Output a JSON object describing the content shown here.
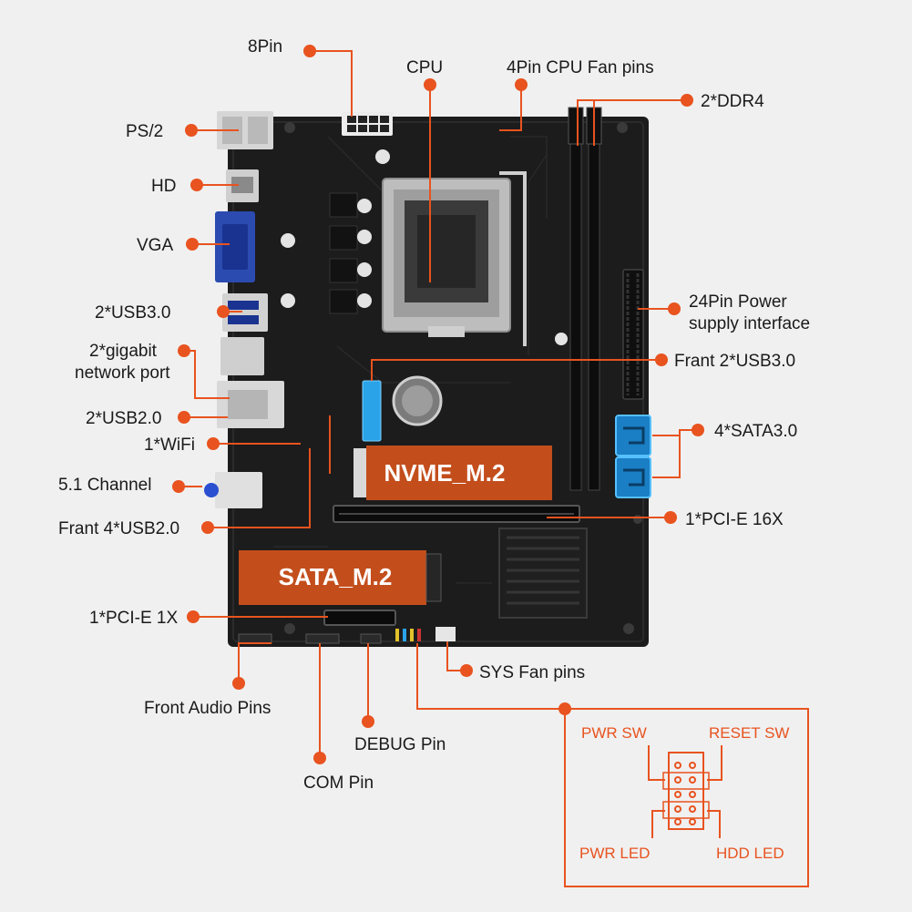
{
  "colors": {
    "accent": "#e8531f",
    "board": "#1c1c1c",
    "background": "#f0f0f0",
    "slot_blue": "#2aa3e8"
  },
  "labels": {
    "pin8": "8Pin",
    "cpu": "CPU",
    "cpu_fan": "4Pin CPU  Fan pins",
    "ddr4": "2*DDR4",
    "ps2": "PS/2",
    "hd": "HD",
    "vga": "VGA",
    "usb30": "2*USB3.0",
    "gigabit_line1": "2*gigabit",
    "gigabit_line2": "network port",
    "usb20": "2*USB2.0",
    "wifi": "1*WiFi",
    "channel": "5.1 Channel",
    "front_usb20": "Frant 4*USB2.0",
    "power_line1": "24Pin Power",
    "power_line2": "supply interface",
    "front_usb30": "Frant  2*USB3.0",
    "sata30": "4*SATA3.0",
    "pcie16": "1*PCI-E 16X",
    "pcie1": "1*PCI-E 1X",
    "sys_fan": "SYS Fan pins",
    "front_audio": "Front Audio Pins",
    "debug": "DEBUG  Pin",
    "com": "COM Pin"
  },
  "highlights": {
    "nvme": "NVME_M.2",
    "sata_m2": "SATA_M.2"
  },
  "panel": {
    "pwr_sw": "PWR SW",
    "reset_sw": "RESET SW",
    "pwr_led": "PWR LED",
    "hdd_led": "HDD  LED"
  },
  "icons": {
    "board": "motherboard-icon",
    "cpu_socket": "cpu-socket-icon",
    "ram_slot": "ram-slot-icon",
    "sata_port": "sata-port-icon"
  }
}
